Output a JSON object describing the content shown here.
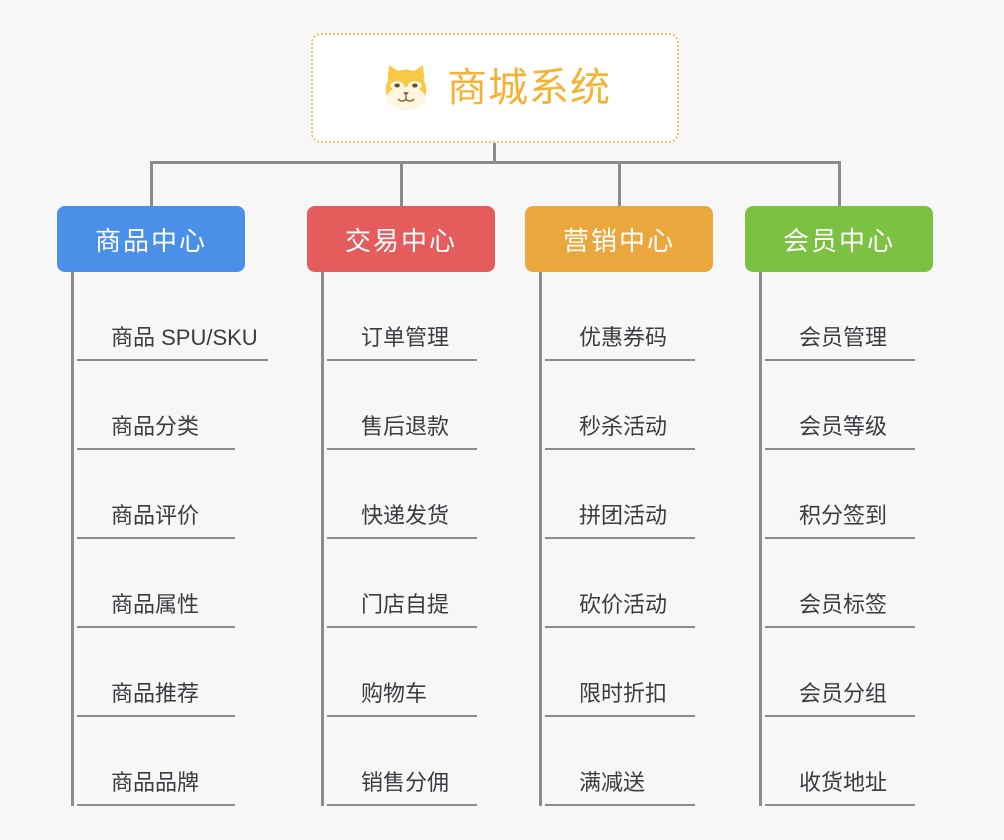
{
  "canvas": {
    "background": "#f7f7f7",
    "line_color": "#8c8c8c"
  },
  "root": {
    "title": "商城系统",
    "icon": "shiba-dog-face-icon",
    "text_color": "#f5b335",
    "border_color": "#f3c266",
    "background": "#ffffff"
  },
  "categories": [
    {
      "label": "商品中心",
      "color": "#4a90e8",
      "items": [
        {
          "label": "商品 SPU/SKU"
        },
        {
          "label": "商品分类"
        },
        {
          "label": "商品评价"
        },
        {
          "label": "商品属性"
        },
        {
          "label": "商品推荐"
        },
        {
          "label": "商品品牌"
        }
      ]
    },
    {
      "label": "交易中心",
      "color": "#e45c5c",
      "items": [
        {
          "label": "订单管理"
        },
        {
          "label": "售后退款"
        },
        {
          "label": "快递发货"
        },
        {
          "label": "门店自提"
        },
        {
          "label": "购物车"
        },
        {
          "label": "销售分佣"
        }
      ]
    },
    {
      "label": "营销中心",
      "color": "#eaa73e",
      "items": [
        {
          "label": "优惠券码"
        },
        {
          "label": "秒杀活动"
        },
        {
          "label": "拼团活动"
        },
        {
          "label": "砍价活动"
        },
        {
          "label": "限时折扣"
        },
        {
          "label": "满减送"
        }
      ]
    },
    {
      "label": "会员中心",
      "color": "#7cc142",
      "items": [
        {
          "label": "会员管理"
        },
        {
          "label": "会员等级"
        },
        {
          "label": "积分签到"
        },
        {
          "label": "会员标签"
        },
        {
          "label": "会员分组"
        },
        {
          "label": "收货地址"
        }
      ]
    }
  ]
}
